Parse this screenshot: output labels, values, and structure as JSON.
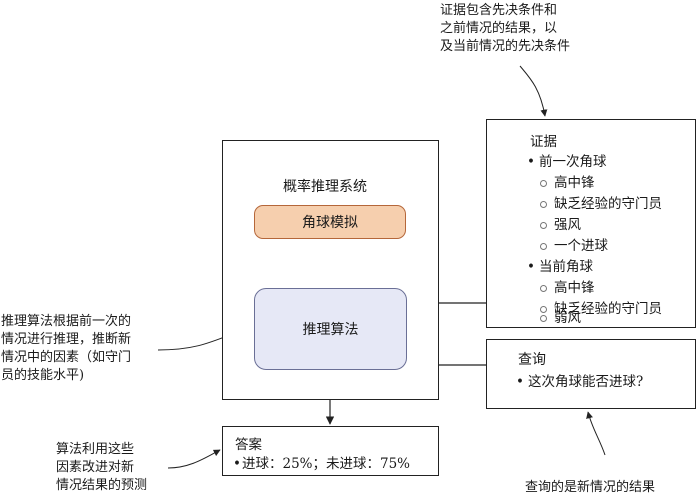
{
  "top_note": [
    "证据包含先决条件和",
    "之前情况的结果，以",
    "及当前情况的先决条件"
  ],
  "system": {
    "title": "概率推理系统",
    "sim_label": "角球模拟",
    "algo_label": "推理算法"
  },
  "evidence": {
    "title": "证据",
    "prev_heading": "前一次角球",
    "prev_items": [
      "高中锋",
      "缺乏经验的守门员",
      "强风",
      "一个进球"
    ],
    "curr_heading": "当前角球",
    "curr_items": [
      "高中锋",
      "缺乏经验的守门员",
      "弱风"
    ]
  },
  "query": {
    "title": "查询",
    "item": "这次角球能否进球?"
  },
  "answer": {
    "title": "答案",
    "item": "进球：25%；未进球：75%"
  },
  "left_note": [
    "推理算法根据前一次的",
    "情况进行推理，推断新",
    "情况中的因素（如守门",
    "员的技能水平)"
  ],
  "bottom_left_note": [
    "算法利用这些",
    "因素改进对新",
    "情况结果的预测"
  ],
  "bottom_right_note": "查询的是新情况的结果",
  "colors": {
    "sim_fill": "#f6cfae",
    "sim_border": "#b5673a",
    "algo_fill": "#e6e8f6",
    "algo_border": "#6a6f96"
  }
}
